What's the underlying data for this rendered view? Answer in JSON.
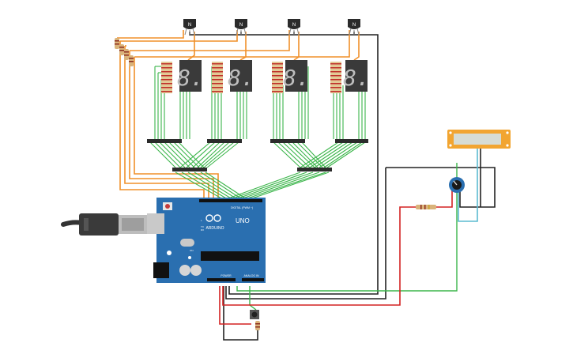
{
  "transistors": [
    {
      "label": "N"
    },
    {
      "label": "N"
    },
    {
      "label": "N"
    },
    {
      "label": "N"
    }
  ],
  "displays": [
    {
      "digit": "8."
    },
    {
      "digit": "8."
    },
    {
      "digit": "8."
    },
    {
      "digit": "8."
    }
  ],
  "arduino": {
    "logo": "ARDUINO",
    "model": "UNO",
    "header_digital": "DIGITAL (PWM ~)",
    "header_power": "POWER",
    "header_analog": "ANALOG IN",
    "led_tx": "TX",
    "led_rx": "RX",
    "led_l": "L",
    "led_on": "ON"
  },
  "colors": {
    "wire_green": "#3bb54a",
    "wire_orange": "#f0902a",
    "wire_black": "#222222",
    "wire_red": "#d42222",
    "wire_cyan": "#5bbbd0",
    "board": "#2a6fb0",
    "lcd_frame": "#f2a531"
  }
}
